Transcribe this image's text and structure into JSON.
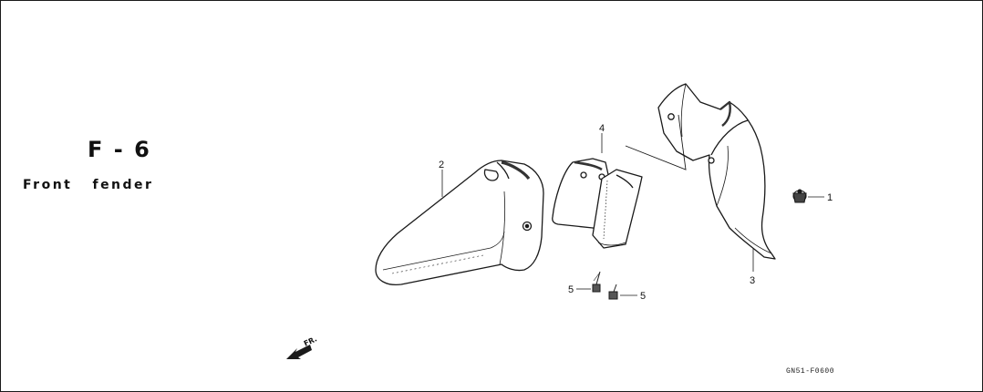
{
  "page": {
    "section_code": "F - 6",
    "section_title": "Front   fender",
    "reference_code": "GN51-F0600",
    "direction_label": "FR."
  },
  "diagram": {
    "callouts": [
      {
        "label": "1",
        "part": "clip"
      },
      {
        "label": "2",
        "part": "front-fender-a"
      },
      {
        "label": "3",
        "part": "front-fender-b"
      },
      {
        "label": "4",
        "part": "mudguard-bracket"
      },
      {
        "label": "5",
        "part": "bolt-left"
      },
      {
        "label": "5",
        "part": "bolt-right"
      }
    ]
  }
}
